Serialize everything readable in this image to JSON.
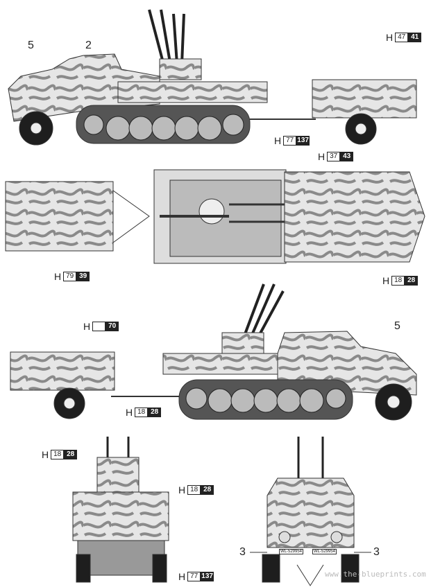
{
  "part_numbers": {
    "side_top_left": "5",
    "side_top_cab": "2",
    "side_bottom_right": "5",
    "rear_left": "3",
    "rear_right": "3"
  },
  "callouts": [
    {
      "id": "trailer-side-height",
      "prefix": "H",
      "white": "47",
      "black": "41"
    },
    {
      "id": "track-side-height",
      "prefix": "H",
      "white": "77",
      "black": "137"
    },
    {
      "id": "top-cab-height",
      "prefix": "H",
      "white": "37",
      "black": "43"
    },
    {
      "id": "top-trailer-height",
      "prefix": "H",
      "white": "79",
      "black": "39"
    },
    {
      "id": "top-front-height",
      "prefix": "H",
      "white": "18",
      "black": "28"
    },
    {
      "id": "trailer-side2-height",
      "prefix": "H",
      "white": "",
      "black": "70"
    },
    {
      "id": "track-side2-height",
      "prefix": "H",
      "white": "18",
      "black": "28"
    },
    {
      "id": "front-gun-height",
      "prefix": "H",
      "white": "18",
      "black": "28"
    },
    {
      "id": "front-mirror-height",
      "prefix": "H",
      "white": "18",
      "black": "28"
    },
    {
      "id": "front-bottom-height",
      "prefix": "H",
      "white": "77",
      "black": "137"
    }
  ],
  "plates": [
    "WL-529954",
    "WL-529954"
  ],
  "watermark": "www.the-blueprints.com",
  "colors": {
    "body": "#e4e4e4",
    "camo": "#8a8a8a",
    "line": "#333333",
    "tire": "#1e1e1e"
  }
}
